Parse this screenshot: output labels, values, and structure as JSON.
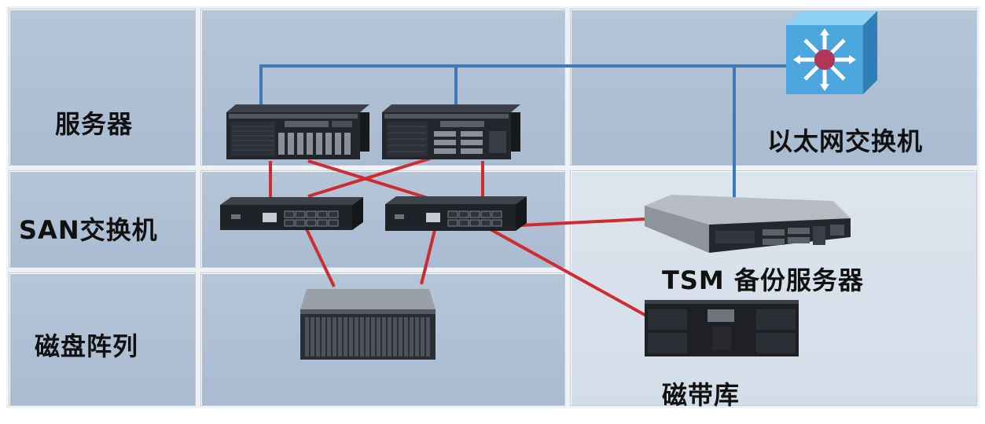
{
  "rows": {
    "servers": "服务器",
    "san_switch": "SAN交换机",
    "disk_array": "磁盘阵列"
  },
  "labels": {
    "ethernet_switch": "以太网交换机",
    "tsm_server": "TSM 备份服务器",
    "tape_library": "磁带库"
  },
  "colors": {
    "grid_blue": "#aabbd0",
    "grid_pale": "#d6dfea",
    "ethernet_line": "#3f79b8",
    "fc_line": "#cf2b33",
    "switch_icon": "#4aa6dc"
  },
  "icons": [
    "ethernet-switch-icon",
    "server-icon",
    "san-switch-icon",
    "disk-array-icon",
    "tsm-server-icon",
    "tape-library-icon"
  ]
}
